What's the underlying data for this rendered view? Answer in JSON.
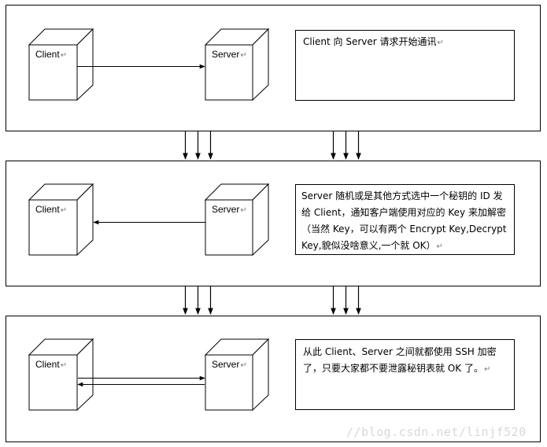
{
  "stages": [
    {
      "client_label": "Client",
      "server_label": "Server",
      "note": "Client 向 Server 请求开始通讯"
    },
    {
      "client_label": "Client",
      "server_label": "Server",
      "note": "Server 随机或是其他方式选中一个秘钥的 ID 发给 Client，通知客户端使用对应的 Key 来加解密（当然 Key，可以有两个 Encrypt Key,Decrypt Key,貌似没啥意义,一个就 OK）"
    },
    {
      "client_label": "Client",
      "server_label": "Server",
      "note": "从此 Client、Server 之间就都使用 SSH 加密了，只要大家都不要泄露秘钥表就 OK 了。"
    }
  ],
  "paragraph_mark": "↵",
  "watermark": "//blog.csdn.net/linjf520"
}
